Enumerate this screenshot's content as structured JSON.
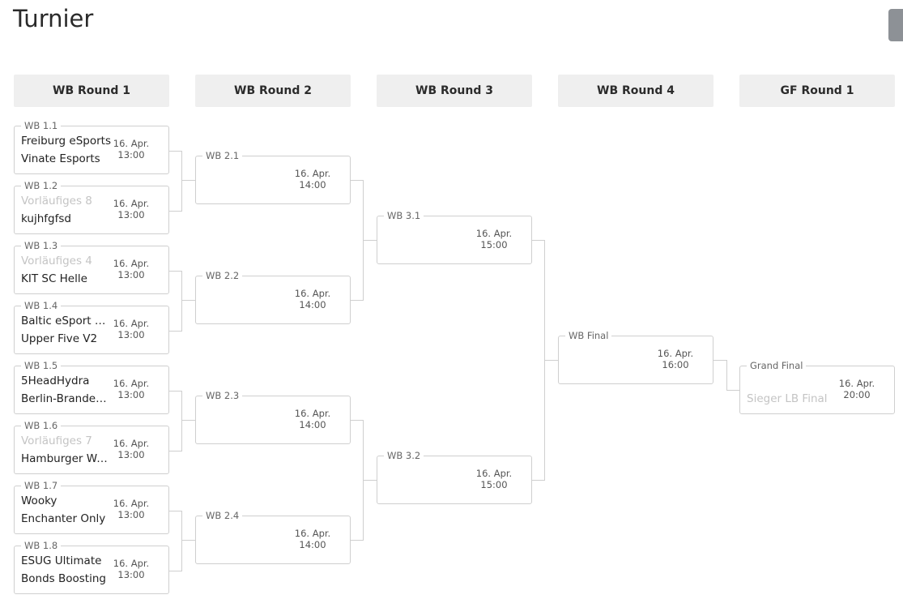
{
  "page": {
    "title": "Turnier"
  },
  "rounds": [
    {
      "label": "WB Round 1"
    },
    {
      "label": "WB Round 2"
    },
    {
      "label": "WB Round 3"
    },
    {
      "label": "WB Round 4"
    },
    {
      "label": "GF Round 1"
    }
  ],
  "matches": {
    "m11": {
      "label": "WB 1.1",
      "team1": "Freiburg eSports",
      "team2": "Vinate Esports",
      "date": "16. Apr.",
      "time": "13:00"
    },
    "m12": {
      "label": "WB 1.2",
      "team1": "Vorläufiges 8",
      "team2": "kujhfgfsd",
      "date": "16. Apr.",
      "time": "13:00"
    },
    "m13": {
      "label": "WB 1.3",
      "team1": "Vorläufiges 4",
      "team2": "KIT SC Helle",
      "date": "16. Apr.",
      "time": "13:00"
    },
    "m14": {
      "label": "WB 1.4",
      "team1": "Baltic eSport Kiel",
      "team2": "Upper Five V2",
      "date": "16. Apr.",
      "time": "13:00"
    },
    "m15": {
      "label": "WB 1.5",
      "team1": "5HeadHydra",
      "team2": "Berlin-Brandenburg",
      "date": "16. Apr.",
      "time": "13:00"
    },
    "m16": {
      "label": "WB 1.6",
      "team1": "Vorläufiges 7",
      "team2": "Hamburger Wale",
      "date": "16. Apr.",
      "time": "13:00"
    },
    "m17": {
      "label": "WB 1.7",
      "team1": "Wooky",
      "team2": "Enchanter Only",
      "date": "16. Apr.",
      "time": "13:00"
    },
    "m18": {
      "label": "WB 1.8",
      "team1": "ESUG Ultimate",
      "team2": "Bonds Boosting",
      "date": "16. Apr.",
      "time": "13:00"
    },
    "m21": {
      "label": "WB 2.1",
      "team1": "",
      "team2": "",
      "date": "16. Apr.",
      "time": "14:00"
    },
    "m22": {
      "label": "WB 2.2",
      "team1": "",
      "team2": "",
      "date": "16. Apr.",
      "time": "14:00"
    },
    "m23": {
      "label": "WB 2.3",
      "team1": "",
      "team2": "",
      "date": "16. Apr.",
      "time": "14:00"
    },
    "m24": {
      "label": "WB 2.4",
      "team1": "",
      "team2": "",
      "date": "16. Apr.",
      "time": "14:00"
    },
    "m31": {
      "label": "WB 3.1",
      "team1": "",
      "team2": "",
      "date": "16. Apr.",
      "time": "15:00"
    },
    "m32": {
      "label": "WB 3.2",
      "team1": "",
      "team2": "",
      "date": "16. Apr.",
      "time": "15:00"
    },
    "mf": {
      "label": "WB Final",
      "team1": "",
      "team2": "",
      "date": "16. Apr.",
      "time": "16:00"
    },
    "gf": {
      "label": "Grand Final",
      "team1": "",
      "team2": "Sieger LB Final",
      "date": "16. Apr.",
      "time": "20:00"
    }
  }
}
